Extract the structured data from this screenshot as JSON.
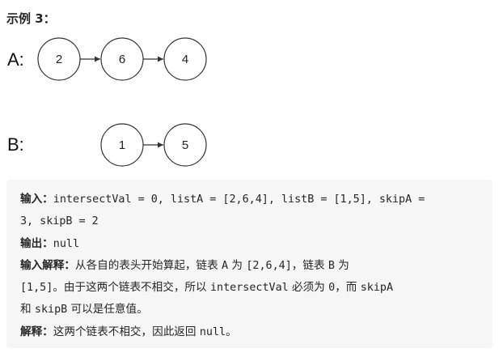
{
  "heading": "示例 3：",
  "lists": {
    "a": {
      "label": "A:",
      "nodes": [
        "2",
        "6",
        "4"
      ]
    },
    "b": {
      "label": "B:",
      "nodes": [
        "1",
        "5"
      ]
    }
  },
  "explanation": {
    "input_label": "输入：",
    "input_line1": "intersectVal = 0, listA = [2,6,4], listB = [1,5], skipA =",
    "input_line2": "3, skipB = 2",
    "output_label": "输出：",
    "output_value": "null",
    "input_explain_label": "输入解释：",
    "ie_1a": "从各自的表头开始算起，链表 ",
    "ie_1b": "A",
    "ie_1c": " 为 ",
    "ie_1d": "[2,6,4]",
    "ie_1e": "，链表 ",
    "ie_1f": "B",
    "ie_1g": " 为",
    "ie_2a": "[1,5]",
    "ie_2b": "。由于这两个链表不相交，所以 ",
    "ie_2c": "intersectVal",
    "ie_2d": " 必须为 ",
    "ie_2e": "0",
    "ie_2f": "，而 ",
    "ie_2g": "skipA",
    "ie_3a": "和 ",
    "ie_3b": "skipB",
    "ie_3c": " 可以是任意值。",
    "explain_label": "解释：",
    "ex_a": "这两个链表不相交，因此返回 ",
    "ex_b": "null",
    "ex_c": "。"
  }
}
